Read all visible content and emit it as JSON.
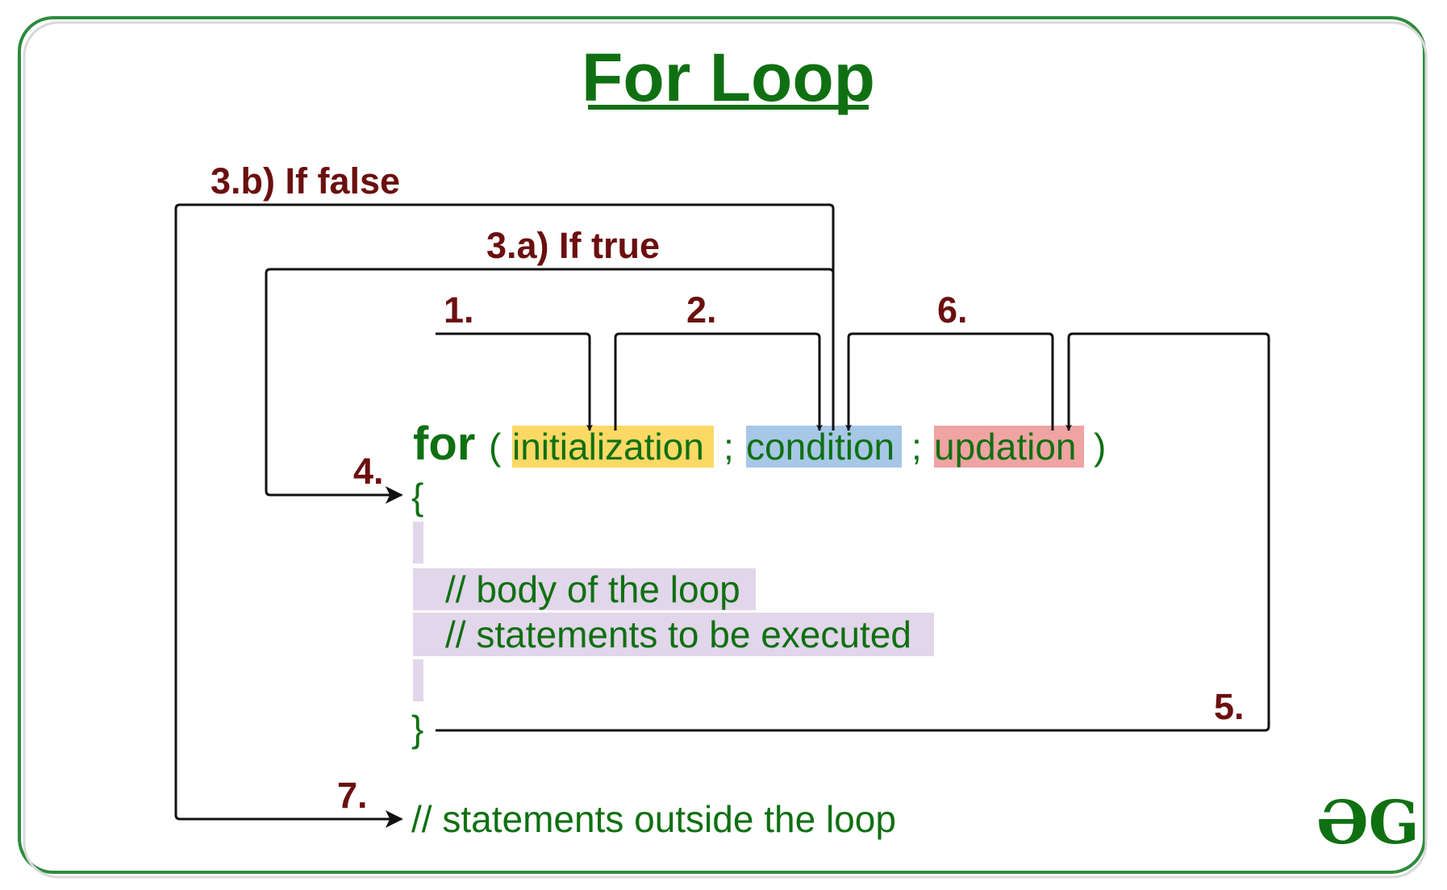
{
  "title": "For Loop",
  "colors": {
    "green": "#0f7012",
    "step_label": "#6b0f0f",
    "init_highlight": "#fbd964",
    "condition_highlight": "#a7c7e6",
    "update_highlight": "#f0a3a3",
    "body_highlight": "#e2d6ea",
    "frame": "#2e8b3e"
  },
  "code": {
    "keyword": "for",
    "open_paren": "(",
    "initialization": "initialization",
    "sep1": ";",
    "condition": "condition",
    "sep2": ";",
    "updation": "updation",
    "close_paren": ")",
    "open_brace": "{",
    "body_line1": "// body of the loop",
    "body_line2": "// statements to be executed",
    "close_brace": "}",
    "outside": "// statements outside the loop"
  },
  "steps": {
    "s1": "1.",
    "s2": "2.",
    "s3a": "3.a) If true",
    "s3b": "3.b) If false",
    "s4": "4.",
    "s5": "5.",
    "s6": "6.",
    "s7": "7."
  },
  "logo": {
    "text": "ƏG",
    "icon": "geeksforgeeks-logo"
  }
}
